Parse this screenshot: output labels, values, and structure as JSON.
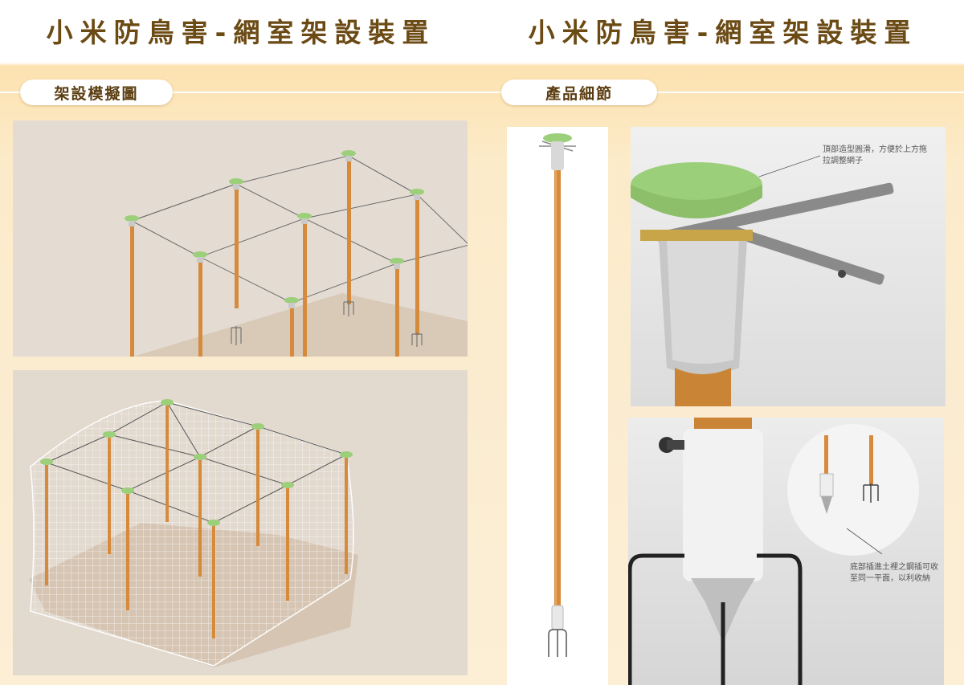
{
  "left_page": {
    "title": "小米防鳥害-網室架設裝置",
    "section_label": "架設模擬圖"
  },
  "right_page": {
    "title": "小米防鳥害-網室架設裝置",
    "section_label": "產品細節",
    "callout_top": "頂部造型圓滑，方便於上方拖拉調整網子",
    "callout_bottom": "底部插進土裡之鋼插可收至同一平面，以利收納"
  },
  "colors": {
    "title": "#6b4a14",
    "pole_wood": "#d98a3a",
    "cap_green": "#9ccf7a",
    "panel_bg": "#e2d9cf"
  }
}
